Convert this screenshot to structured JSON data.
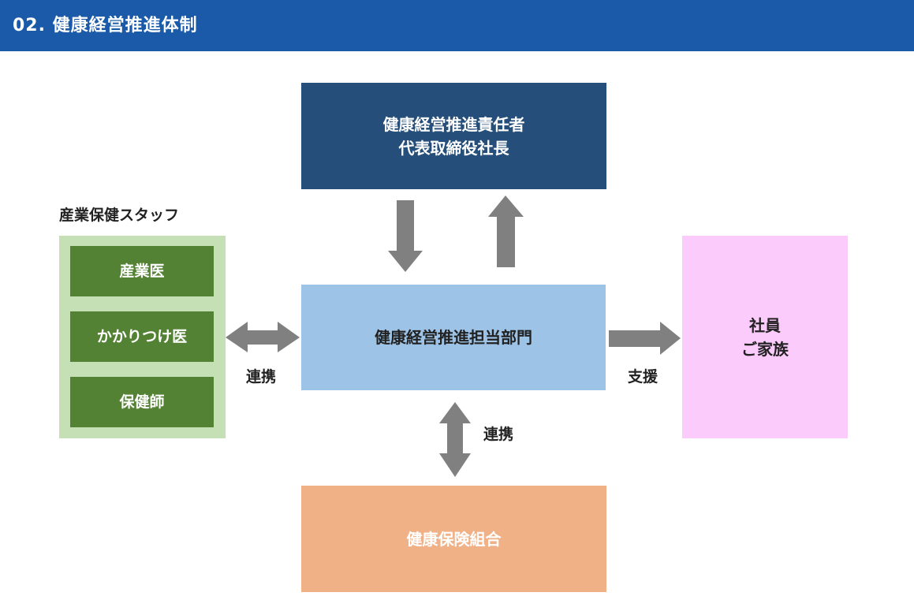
{
  "header": {
    "title": "02. 健康経営推進体制"
  },
  "colors": {
    "header_bg": "#1a5aa8",
    "leader_box": "#254f7a",
    "department_box": "#9dc3e6",
    "staff_outer": "#c5e0b4",
    "staff_inner": "#548235",
    "family_box": "#fbcbfb",
    "insurance_box": "#f0b187",
    "arrow": "#808080"
  },
  "leader": {
    "line1": "健康経営推進責任者",
    "line2": "代表取締役社長"
  },
  "department": {
    "label": "健康経営推進担当部門"
  },
  "staff": {
    "title": "産業保健スタッフ",
    "items": [
      {
        "label": "産業医"
      },
      {
        "label": "かかりつけ医"
      },
      {
        "label": "保健師"
      }
    ]
  },
  "family": {
    "line1": "社員",
    "line2": "ご家族"
  },
  "insurance": {
    "label": "健康保険組合"
  },
  "arrow_labels": {
    "staff_link": "連携",
    "support": "支援",
    "insurance_link": "連携"
  }
}
